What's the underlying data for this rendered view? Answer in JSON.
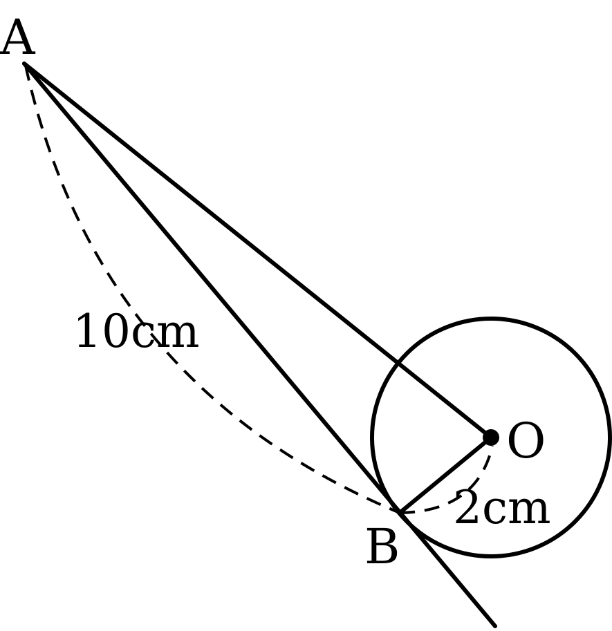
{
  "points": {
    "a": "A",
    "b": "B",
    "o": "O"
  },
  "measurements": {
    "ab_arc_length": "10cm",
    "ob_arc_length": "2cm"
  }
}
